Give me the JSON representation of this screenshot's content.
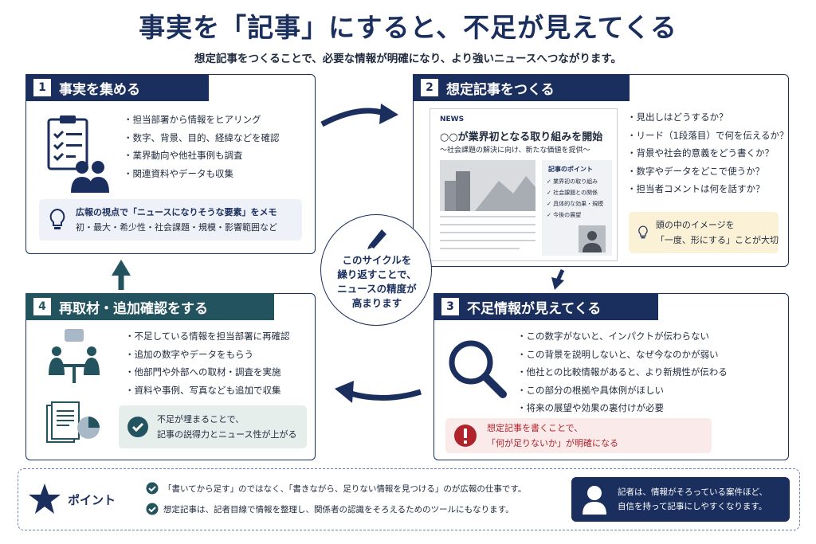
{
  "title": "事実を「記事」にすると、不足が見えてくる",
  "subtitle": "想定記事をつくることで、必要な情報が明確になり、より強いニュースへつながります。",
  "center": {
    "lines": [
      "このサイクルを",
      "繰り返すことで、",
      "ニュースの精度が",
      "高まります"
    ]
  },
  "step1": {
    "num": "1",
    "title": "事実を集める",
    "items": [
      "担当部署から情報をヒアリング",
      "数字、背景、目的、経緯などを確認",
      "業界動向や他社事例も調査",
      "関連資料やデータも収集"
    ],
    "note_line1": "広報の視点で「ニュースになりそうな要素」をメモ",
    "note_line2": "初・最大・希少性・社会課題・規模・影響範囲など"
  },
  "step2": {
    "num": "2",
    "title": "想定記事をつくる",
    "article": {
      "tag": "NEWS",
      "headline": "○○が業界初となる取り組みを開始",
      "subhead": "～社会課題の解決に向け、新たな価値を提供～",
      "points_title": "記事のポイント",
      "points": [
        "業界初の取り組み",
        "社会課題との関係",
        "具体的な効果・規模",
        "今後の展望"
      ]
    },
    "items": [
      "見出しはどうするか？",
      "リード（1段落目）で何を伝えるか？",
      "背景や社会的意義をどう書くか？",
      "数字やデータをどこで使うか？",
      "担当者コメントは何を話すか？"
    ],
    "note_line1": "頭の中のイメージを",
    "note_line2": "「一度、形にする」ことが大切"
  },
  "step3": {
    "num": "3",
    "title": "不足情報が見えてくる",
    "items": [
      "この数字がないと、インパクトが伝わらない",
      "この背景を説明しないと、なぜ今なのかが弱い",
      "他社との比較情報があると、より新規性が伝わる",
      "この部分の根拠や具体例がほしい",
      "将来の展望や効果の裏付けが必要"
    ],
    "note_line1": "想定記事を書くことで、",
    "note_line2": "「何が足りないか」が明確になる"
  },
  "step4": {
    "num": "4",
    "title": "再取材・追加確認をする",
    "items": [
      "不足している情報を担当部署に再確認",
      "追加の数字やデータをもらう",
      "他部門や外部への取材・調査を実施",
      "資料や事例、写真なども追加で収集"
    ],
    "note_line1": "不足が埋まることで、",
    "note_line2": "記事の説得力とニュース性が上がる"
  },
  "point": {
    "label": "ポイント",
    "items": [
      "「書いてから足す」のではなく、「書きながら、足りない情報を見つける」のが広報の仕事です。",
      "想定記事は、記者目線で情報を整理し、関係者の認識をそろえるためのツールにもなります。"
    ],
    "callout_line1": "記者は、情報がそろっている案件ほど、",
    "callout_line2": "自信を持って記事にしやすくなります。"
  },
  "colors": {
    "navy": "#1b2f5e",
    "teal": "#23535e",
    "blue_note": "#eef1f8",
    "yellow_note": "#fbf1d6",
    "red_note": "#fbeaea",
    "green_note": "#e6eeec",
    "alert_red": "#b0232a"
  }
}
